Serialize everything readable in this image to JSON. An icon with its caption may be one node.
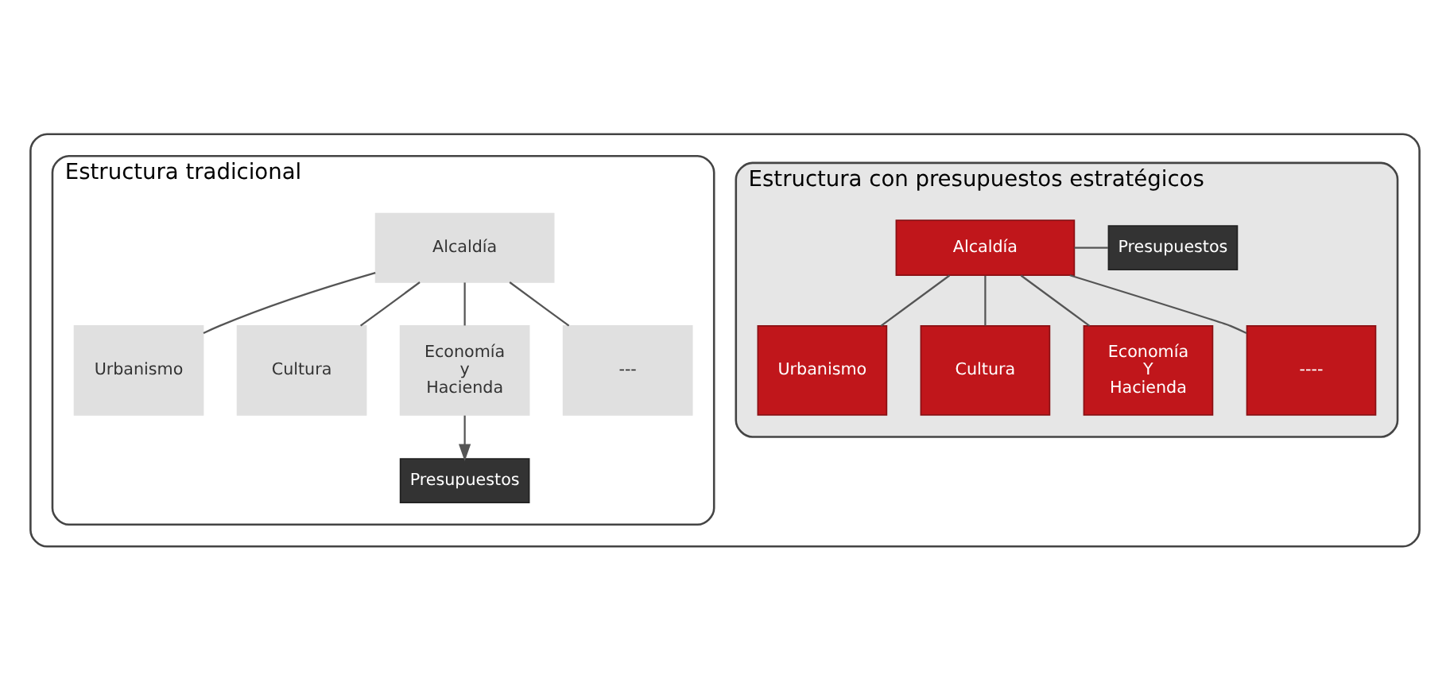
{
  "diagram": {
    "nodes": [
      {
        "text": [],
        "shape": "box"
      },
      {
        "text": [
          "Estructura tradicional"
        ],
        "in": 0
      },
      {
        "text": [
          "Alcaldía"
        ],
        "in": 1
      },
      {
        "text": [
          "Urbanismo"
        ],
        "in": 1
      },
      {
        "text": [
          "Cultura"
        ],
        "in": 1
      },
      {
        "text": [
          "Economía y Hacienda"
        ],
        "in": 1
      },
      {
        "text": [
          "---"
        ],
        "in": 1
      },
      {
        "text": [
          "Presupuestos"
        ],
        "in": 1
      },
      {
        "text": [
          "Estructura con presupuestos estratégicos"
        ],
        "in": 0
      },
      {
        "text": [
          "Alcaldía"
        ],
        "in": 8
      },
      {
        "text": [
          "Presupuestos"
        ],
        "in": 8
      },
      {
        "text": [
          "Urbanismo"
        ],
        "in": 8
      },
      {
        "text": [
          "Cultura"
        ],
        "in": 8
      },
      {
        "text": [
          "Economía Y Hacienda"
        ],
        "in": 8
      },
      {
        "text": [
          "----"
        ],
        "in": 8
      }
    ],
    "edges": [
      {
        "from": 2,
        "to": 3,
        "arrow": "none"
      },
      {
        "from": 2,
        "to": 4,
        "arrow": "none"
      },
      {
        "from": 2,
        "to": 5,
        "arrow": "none"
      },
      {
        "from": 2,
        "to": 6,
        "arrow": "none"
      },
      {
        "from": 5,
        "to": 7,
        "arrow": "to"
      },
      {
        "from": 9,
        "to": 10,
        "arrow": "none"
      },
      {
        "from": 9,
        "to": 11,
        "arrow": "none"
      },
      {
        "from": 9,
        "to": 12,
        "arrow": "none"
      },
      {
        "from": 9,
        "to": 13,
        "arrow": "none"
      },
      {
        "from": 9,
        "to": 14,
        "arrow": "none"
      }
    ]
  }
}
